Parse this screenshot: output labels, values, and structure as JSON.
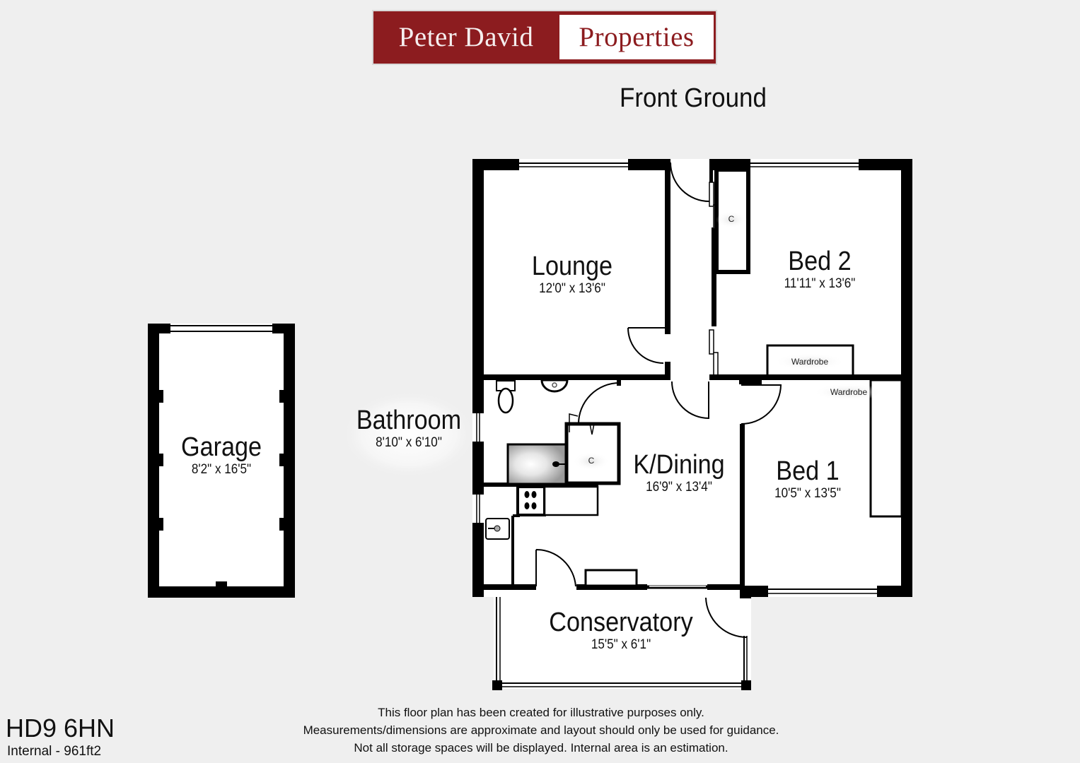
{
  "brand": {
    "name_left": "Peter David",
    "name_right": "Properties",
    "colors": {
      "primary": "#8c1c1f",
      "background": "#efefef",
      "wall": "#000000"
    }
  },
  "plan": {
    "floor_title": "Front Ground",
    "rooms": [
      {
        "id": "lounge",
        "name": "Lounge",
        "dimensions": "12'0\" x 13'6\""
      },
      {
        "id": "bed2",
        "name": "Bed 2",
        "dimensions": "11'11\" x 13'6\""
      },
      {
        "id": "bathroom",
        "name": "Bathroom",
        "dimensions": "8'10\" x 6'10\""
      },
      {
        "id": "kdining",
        "name": "K/Dining",
        "dimensions": "16'9\" x 13'4\""
      },
      {
        "id": "bed1",
        "name": "Bed 1",
        "dimensions": "10'5\" x 13'5\""
      },
      {
        "id": "conservatory",
        "name": "Conservatory",
        "dimensions": "15'5\" x 6'1\""
      },
      {
        "id": "garage",
        "name": "Garage",
        "dimensions": "8'2\" x 16'5\""
      }
    ],
    "fixtures": {
      "cupboard_hall": "C",
      "cupboard_kitchen": "C",
      "wardrobe_bed2": "Wardrobe",
      "wardrobe_bed1": "Wardrobe"
    }
  },
  "footer": {
    "postcode": "HD9 6HN",
    "internal_area": "Internal - 961ft2",
    "disclaimer": [
      "This floor plan has been created for illustrative purposes only.",
      "Measurements/dimensions are approximate and layout should only be used for guidance.",
      "Not all storage spaces will be displayed. Internal area is an estimation."
    ]
  }
}
